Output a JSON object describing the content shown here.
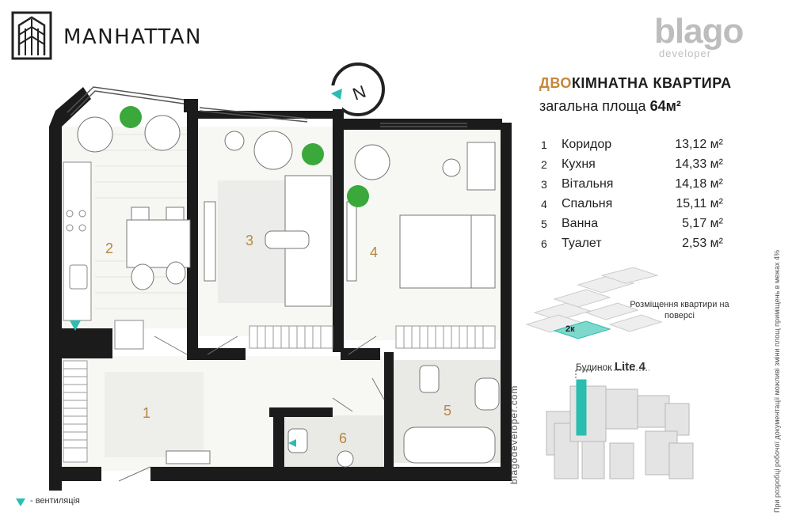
{
  "brand": {
    "name": "MANHATTAN",
    "developer_name": "blago",
    "developer_sub": "developer"
  },
  "title": {
    "accent": "ДВО",
    "rest": "КІМНАТНА КВАРТИРА",
    "area_label": "загальна площа",
    "area_value": "64м²"
  },
  "rooms": [
    {
      "num": "1",
      "name": "Коридор",
      "area": "13,12 м²"
    },
    {
      "num": "2",
      "name": "Кухня",
      "area": "14,33 м²"
    },
    {
      "num": "3",
      "name": "Вітальня",
      "area": "14,18 м²"
    },
    {
      "num": "4",
      "name": "Спальня",
      "area": "15,11 м²"
    },
    {
      "num": "5",
      "name": "Ванна",
      "area": "5,17 м²"
    },
    {
      "num": "6",
      "name": "Туалет",
      "area": "2,53 м²"
    }
  ],
  "plan_labels": [
    "1",
    "2",
    "3",
    "4",
    "5",
    "6"
  ],
  "compass_letter": "N",
  "placement": {
    "label": "Розміщення квартири на поверсі",
    "badge": "2к"
  },
  "building": {
    "prefix": "Будинок",
    "name": "Lite 4"
  },
  "website": "blagodeveloper.com",
  "legend": {
    "label": "- вентиляція"
  },
  "side_note": "При розробці робочої документації можливі зміни площ приміщень в межах 4%",
  "colors": {
    "wall": "#1b1b1b",
    "accent": "#c5873b",
    "ventilation": "#2bbdb0",
    "room_number": "#b8863e",
    "plant": "#3aa83a"
  }
}
